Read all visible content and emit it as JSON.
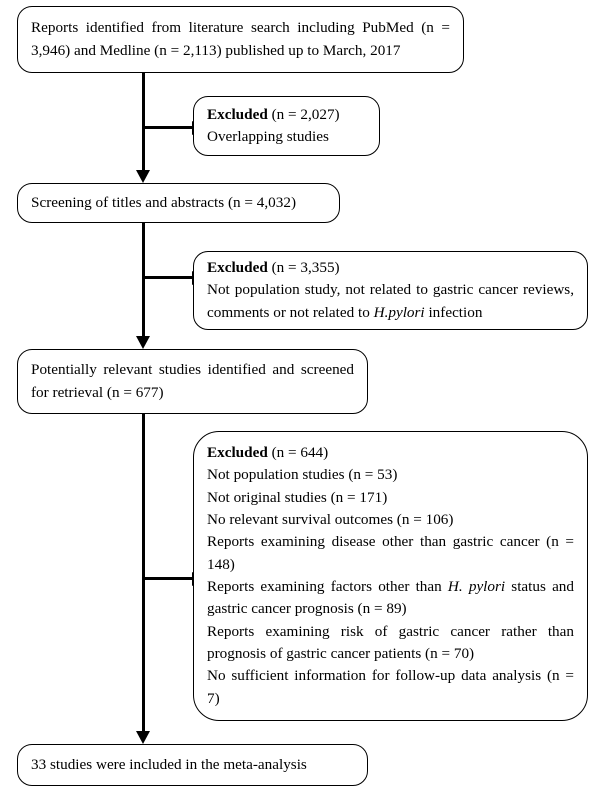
{
  "diagram": {
    "type": "prisma-flow-diagram",
    "title_text": "",
    "stroke_color": "#000000",
    "background_color": "#ffffff",
    "nodes": [
      {
        "id": "identified",
        "role": "main-step",
        "lines": [
          "Reports identified from literature search including PubMed (n = 3,946) and Medline (n = 2,113) published up to March, 2017"
        ],
        "count_labels": [
          "n = 3,946",
          "n = 2,113"
        ]
      },
      {
        "id": "excluded-overlapping",
        "role": "exclusion",
        "heading": "Excluded",
        "heading_count": "(n = 2,027)",
        "lines": [
          "Overlapping studies"
        ]
      },
      {
        "id": "screening",
        "role": "main-step",
        "lines": [
          "Screening of titles and abstracts (n = 4,032)"
        ],
        "count_labels": [
          "n = 4,032"
        ]
      },
      {
        "id": "excluded-criteria",
        "role": "exclusion",
        "heading": "Excluded",
        "heading_count": "(n = 3,355)",
        "lines": [
          "Not population study, not related to gastric cancer reviews, comments or not related to H.pylori infection"
        ],
        "italic_terms": [
          "H.pylori"
        ]
      },
      {
        "id": "potentially-relevant",
        "role": "main-step",
        "lines": [
          "Potentially relevant studies identified and screened for retrieval (n = 677)"
        ],
        "count_labels": [
          "n = 677"
        ]
      },
      {
        "id": "excluded-detailed",
        "role": "exclusion",
        "heading": "Excluded",
        "heading_count": "(n = 644)",
        "lines": [
          "Not population studies (n = 53)",
          "Not original studies (n = 171)",
          "No relevant survival outcomes (n = 106)",
          "Reports examining disease other than gastric cancer (n = 148)",
          "Reports examining factors other than H. pylori status and gastric cancer prognosis (n = 89)",
          "Reports examining risk of gastric cancer rather than prognosis of gastric cancer patients (n = 70)",
          "No sufficient information for follow-up data analysis (n = 7)"
        ],
        "italic_terms": [
          "H. pylori"
        ]
      },
      {
        "id": "included",
        "role": "main-step",
        "lines": [
          "33 studies were included in the meta-analysis"
        ],
        "count_labels": [
          "33"
        ]
      }
    ],
    "text": {
      "box1_part1": "Reports identified from literature search including PubMed (n = 3,946) and Medline (n = 2,113) published up to March, 2017",
      "box2_heading": "Excluded",
      "box2_count": " (n = 2,027)",
      "box2_line2": "Overlapping studies",
      "box3_line1": "Screening of titles and abstracts (n = 4,032)",
      "box4_heading": "Excluded",
      "box4_count": " (n = 3,355)",
      "box4_line2a": "Not population study, not related to gastric cancer reviews, comments or not related to ",
      "box4_italic": "H.pylori",
      "box4_line2b": " infection",
      "box5_line1": "Potentially relevant studies identified and screened for retrieval (n = 677)",
      "box6_heading": "Excluded",
      "box6_count": " (n = 644)",
      "box6_item1": "Not population studies (n = 53)",
      "box6_item2": "Not original studies (n = 171)",
      "box6_item3": "No relevant survival outcomes (n = 106)",
      "box6_item4": "Reports examining disease other than gastric cancer (n = 148)",
      "box6_item5a": "Reports examining factors other than ",
      "box6_item5_italic": "H. pylori",
      "box6_item5b": " status and gastric cancer prognosis (n = 89)",
      "box6_item6": "Reports examining risk of gastric cancer rather than prognosis of gastric cancer patients (n = 70)",
      "box6_item7": "No sufficient information for follow-up data analysis (n = 7)",
      "box7_line1": "33 studies were included in the meta-analysis"
    }
  }
}
